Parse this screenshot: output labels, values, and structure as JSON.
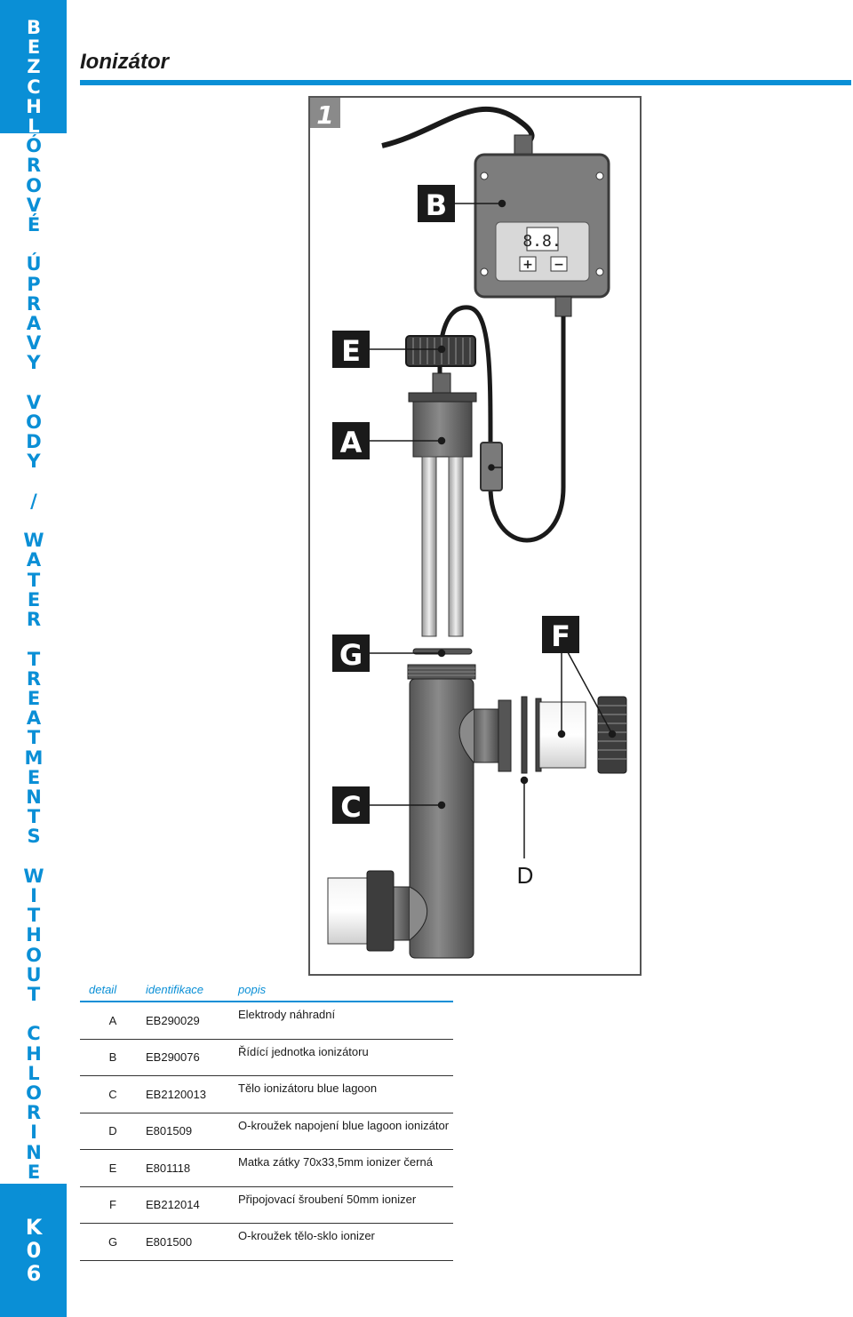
{
  "sidebar": {
    "vertical_text": "BEZCHLÓROVÉ ÚPRAVY VODY / WATER TREATMENTS WITHOUT CHLORINE",
    "page_code": "K06"
  },
  "header": {
    "title": "Ionizátor"
  },
  "figure": {
    "number": "1",
    "callouts": [
      "B",
      "E",
      "A",
      "G",
      "F",
      "C",
      "D"
    ],
    "display_reading": "8.8.",
    "plus_label": "+",
    "minus_label": "−"
  },
  "table": {
    "headers": {
      "detail": "detail",
      "id": "identifikace",
      "popis": "popis"
    },
    "rows": [
      {
        "detail": "A",
        "id": "EB290029",
        "popis": "Elektrody náhradní"
      },
      {
        "detail": "B",
        "id": "EB290076",
        "popis": "Řídící jednotka ionizátoru"
      },
      {
        "detail": "C",
        "id": "EB2120013",
        "popis": "Tělo ionizátoru blue lagoon"
      },
      {
        "detail": "D",
        "id": "E801509",
        "popis": "O-kroužek napojení blue lagoon ionizátor"
      },
      {
        "detail": "E",
        "id": "E801118",
        "popis": "Matka zátky 70x33,5mm ionizer černá"
      },
      {
        "detail": "F",
        "id": "EB212014",
        "popis": "Připojovací šroubení 50mm ionizer"
      },
      {
        "detail": "G",
        "id": "E801500",
        "popis": "O-kroužek tělo-sklo ionizer"
      }
    ]
  }
}
